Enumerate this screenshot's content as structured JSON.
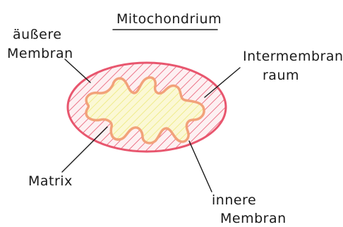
{
  "title": "Mitochondrium",
  "labels": {
    "outer_membrane_line1": "äußere",
    "outer_membrane_line2": "Membran",
    "intermembrane_line1": "Intermembran-",
    "intermembrane_line2": "raum",
    "matrix": "Matrix",
    "inner_membrane_line1": "innere",
    "inner_membrane_line2": "Membran"
  },
  "colors": {
    "outer_membrane": "#e8566e",
    "intermembrane_hatch": "#e8566e",
    "inner_membrane": "#f2a27a",
    "matrix_hatch": "#f1ee8e",
    "ink": "#1a1a1a"
  }
}
